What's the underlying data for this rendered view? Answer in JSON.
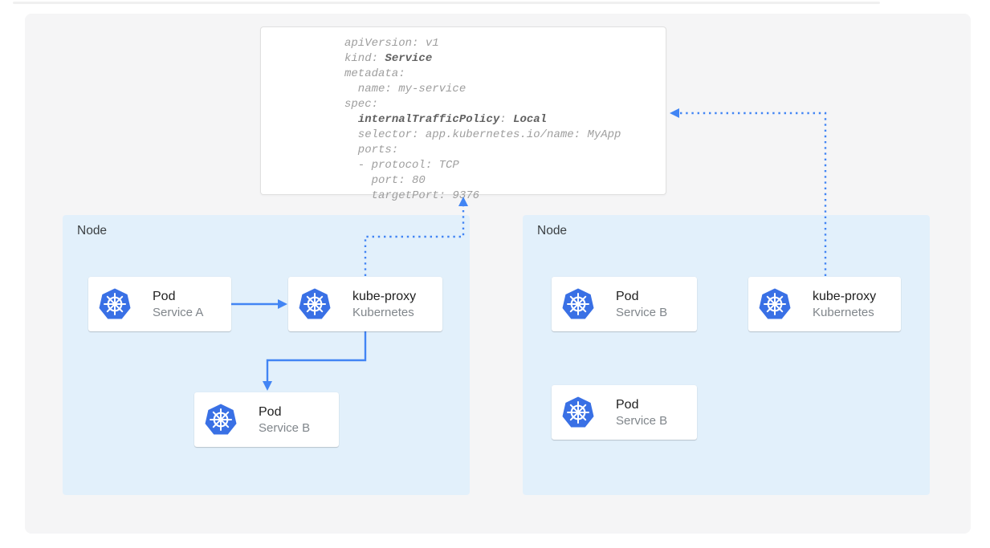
{
  "colors": {
    "accent_blue": "#4285F4",
    "kubernetes_logo_blue": "#3970E5",
    "node_background": "#E2F0FB",
    "panel_background": "#F5F5F6",
    "yaml_border": "#E0E0E0",
    "yaml_text_gray": "#9E9E9E",
    "yaml_bold_gray": "#616161",
    "card_title_text": "#212121",
    "card_subtitle_text": "#80868B",
    "node_label_text": "#3C4043"
  },
  "yaml": {
    "lines": [
      [
        {
          "t": "apiVersion: v1"
        }
      ],
      [
        {
          "t": "kind: "
        },
        {
          "t": "Service",
          "b": true
        }
      ],
      [
        {
          "t": "metadata:"
        }
      ],
      [
        {
          "t": "  name: my-service"
        }
      ],
      [
        {
          "t": "spec:"
        }
      ],
      [
        {
          "t": "  "
        },
        {
          "t": "internalTrafficPolicy",
          "b": true
        },
        {
          "t": ": "
        },
        {
          "t": "Local",
          "b": true
        }
      ],
      [
        {
          "t": "  selector: app.kubernetes.io/name: MyApp"
        }
      ],
      [
        {
          "t": "  ports:"
        }
      ],
      [
        {
          "t": "  - protocol: TCP"
        }
      ],
      [
        {
          "t": "    port: 80"
        }
      ],
      [
        {
          "t": "    targetPort: 9376"
        }
      ]
    ]
  },
  "nodes": [
    {
      "label": "Node"
    },
    {
      "label": "Node"
    }
  ],
  "cards": [
    {
      "title": "Pod",
      "subtitle": "Service A"
    },
    {
      "title": "kube-proxy",
      "subtitle": "Kubernetes"
    },
    {
      "title": "Pod",
      "subtitle": "Service B"
    },
    {
      "title": "Pod",
      "subtitle": "Service B"
    },
    {
      "title": "kube-proxy",
      "subtitle": "Kubernetes"
    },
    {
      "title": "Pod",
      "subtitle": "Service B"
    }
  ],
  "icons": {
    "kubernetes": "kubernetes-helm-wheel-icon"
  }
}
